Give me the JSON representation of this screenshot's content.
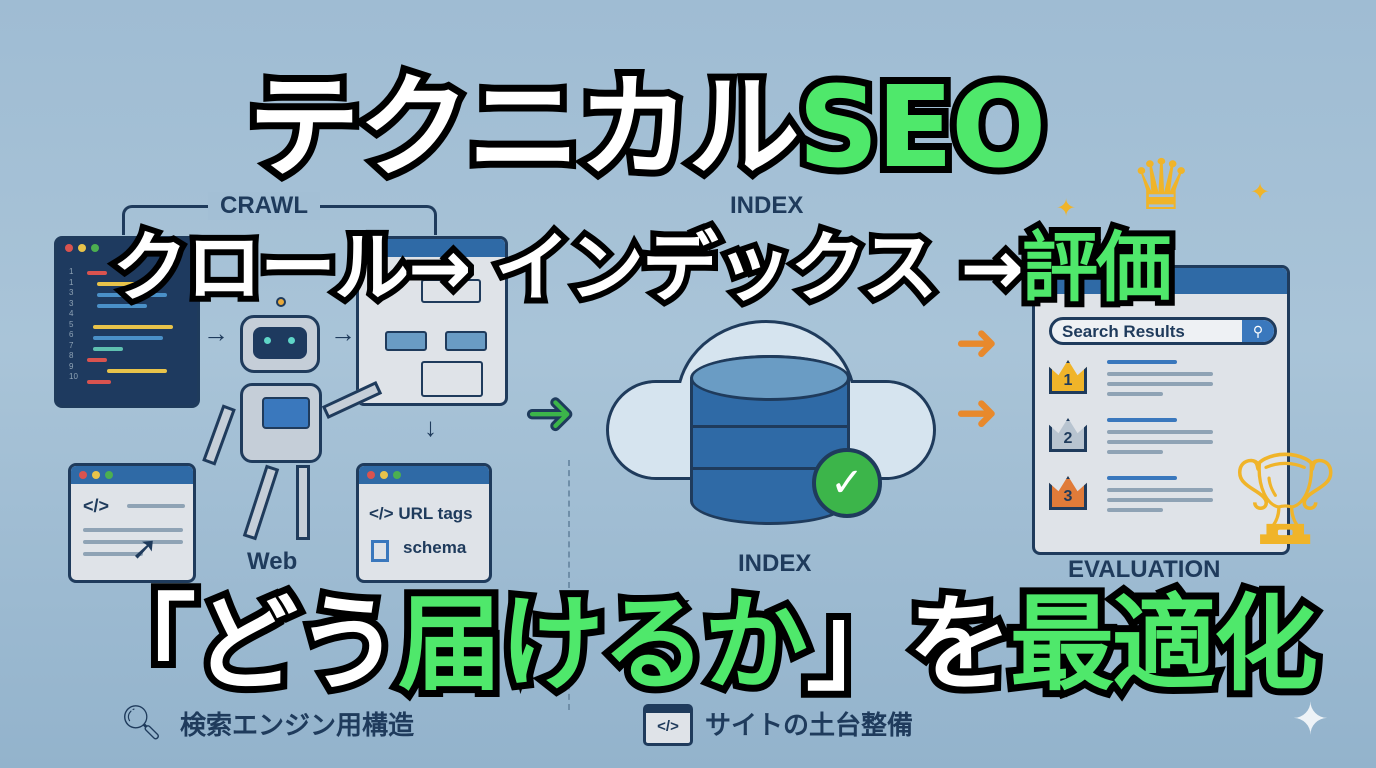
{
  "title": {
    "main": "テクニカル",
    "accent": "SEO"
  },
  "subtitle": {
    "step1": "クロール",
    "arrow1": "→",
    "step2": "インデックス",
    "arrow2": "→",
    "step3": "評価"
  },
  "tagline": {
    "open": "「どう",
    "accent1": "届けるか",
    "close": "」を",
    "accent2": "最適化"
  },
  "labels": {
    "crawl": "CRAWL",
    "index_top": "INDEX",
    "index_bottom": "INDEX",
    "evaluation": "EVALUATION",
    "web": "Web",
    "url_tags": "URL tags",
    "schema": "schema",
    "code_tag": "</>",
    "search_results": "Search Results"
  },
  "ranks": [
    "1",
    "2",
    "3"
  ],
  "code_line_numbers": [
    "1",
    "1",
    "3",
    "3",
    "4",
    "5",
    "6",
    "7",
    "8",
    "9",
    "10"
  ],
  "footer": {
    "left": "検索エンジン用構造",
    "right": "サイトの土台整備",
    "right_icon_text": "</>"
  },
  "colors": {
    "accent_green": "#4fe86b",
    "navy": "#1f3b5c",
    "blue": "#2f6aa6",
    "orange": "#e8892c",
    "gold": "#f0b429"
  }
}
